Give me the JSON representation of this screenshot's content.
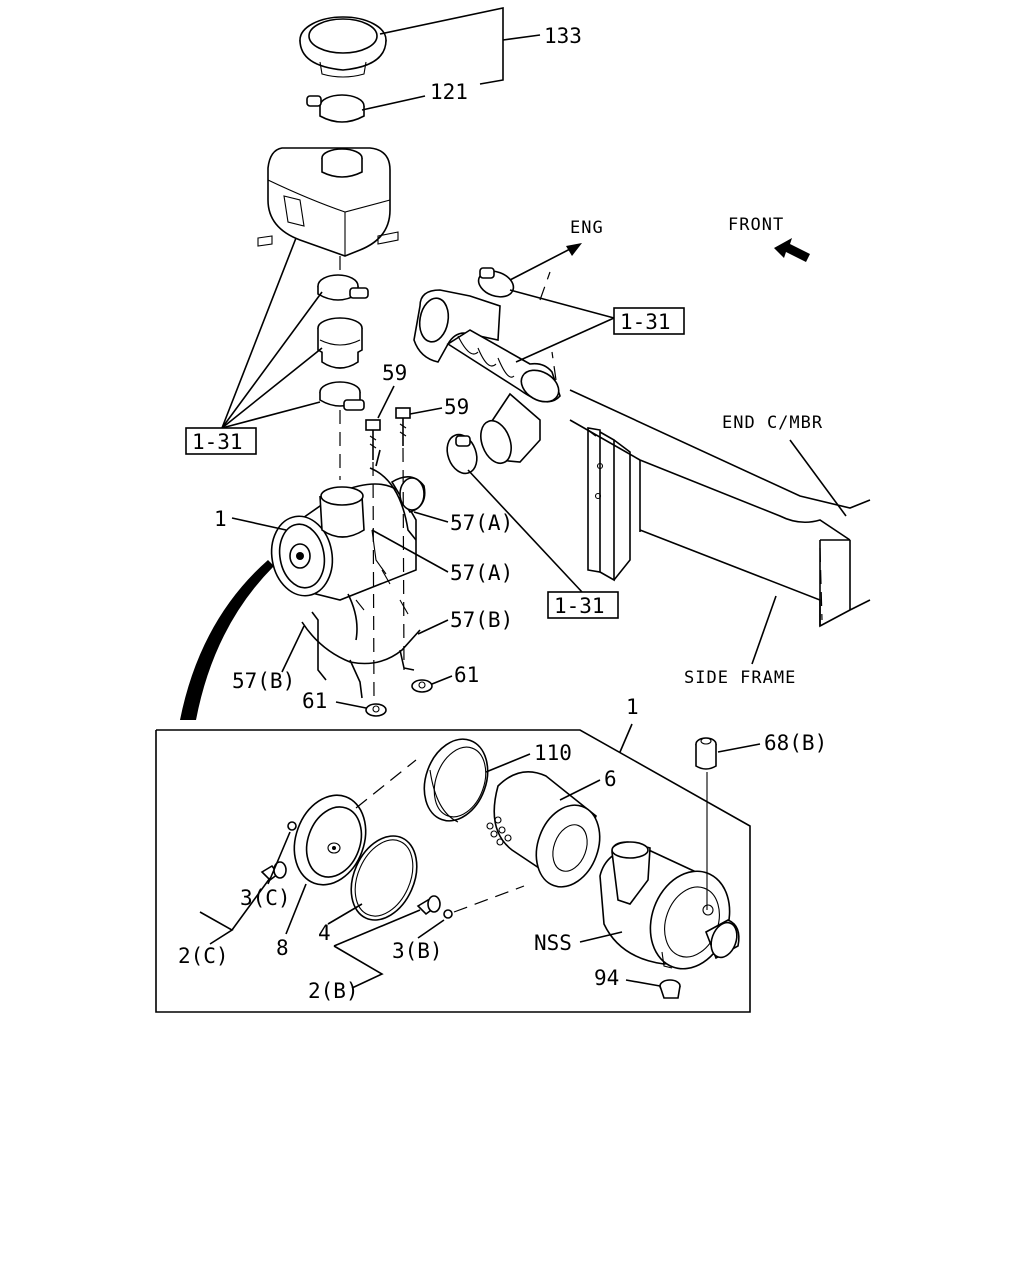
{
  "directions": {
    "eng": "ENG",
    "front": "FRONT"
  },
  "frame_labels": {
    "end_cmbr": "END C/MBR",
    "side_frame": "SIDE FRAME"
  },
  "refs": {
    "ref_tank": "1-31",
    "ref_hose": "1-31",
    "ref_clamp": "1-31"
  },
  "callouts": {
    "c133": "133",
    "c121": "121",
    "c59a": "59",
    "c59b": "59",
    "c1_top": "1",
    "c57a_1": "57(A)",
    "c57a_2": "57(A)",
    "c57b_1": "57(B)",
    "c57b_2": "57(B)",
    "c61a": "61",
    "c61b": "61",
    "c1_detail": "1",
    "c110": "110",
    "c6": "6",
    "c68b": "68(B)",
    "c3c": "3(C)",
    "c2c": "2(C)",
    "c8": "8",
    "c4": "4",
    "c3b": "3(B)",
    "c2b": "2(B)",
    "cnss": "NSS",
    "c94": "94"
  }
}
